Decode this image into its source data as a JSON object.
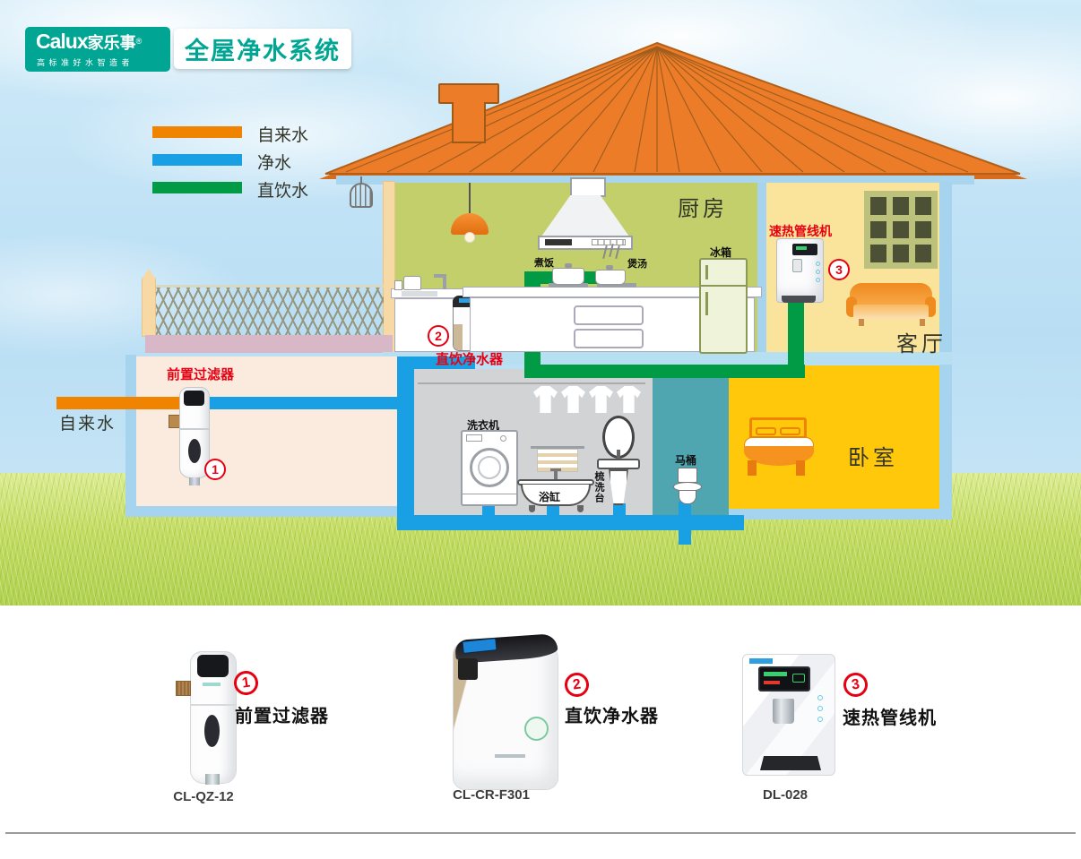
{
  "header": {
    "brand_en": "Calux",
    "brand_cn": "家乐事",
    "registered": "®",
    "tagline": "高标准好水智造者",
    "title": "全屋净水系统"
  },
  "legend": {
    "items": [
      {
        "label": "自来水",
        "color": "#F08300"
      },
      {
        "label": "净水",
        "color": "#19A0E4"
      },
      {
        "label": "直饮水",
        "color": "#009B44"
      }
    ]
  },
  "diagram": {
    "inlet_label": "自来水",
    "rooms": {
      "kitchen": "厨房",
      "living_room": "客厅",
      "bedroom": "卧室"
    },
    "appliances": {
      "cooking": "煮饭",
      "soup": "煲汤",
      "fridge": "冰箱",
      "washing_machine": "洗衣机",
      "bathtub": "浴缸",
      "vanity": "梳洗台",
      "toilet": "马桶"
    },
    "devices": [
      {
        "num": "1",
        "label": "前置过滤器"
      },
      {
        "num": "2",
        "label": "直饮净水器"
      },
      {
        "num": "3",
        "label": "速热管线机"
      }
    ]
  },
  "products": [
    {
      "num": "1",
      "name": "前置过滤器",
      "model": "CL-QZ-12"
    },
    {
      "num": "2",
      "name": "直饮净水器",
      "model": "CL-CR-F301"
    },
    {
      "num": "3",
      "name": "速热管线机",
      "model": "DL-028"
    }
  ],
  "colors": {
    "brand_teal": "#00A693",
    "accent_red": "#E60012",
    "pipe_tap": "#F08300",
    "pipe_clean": "#19A0E4",
    "pipe_drink": "#009B44",
    "roof_orange": "#EC7C28"
  }
}
